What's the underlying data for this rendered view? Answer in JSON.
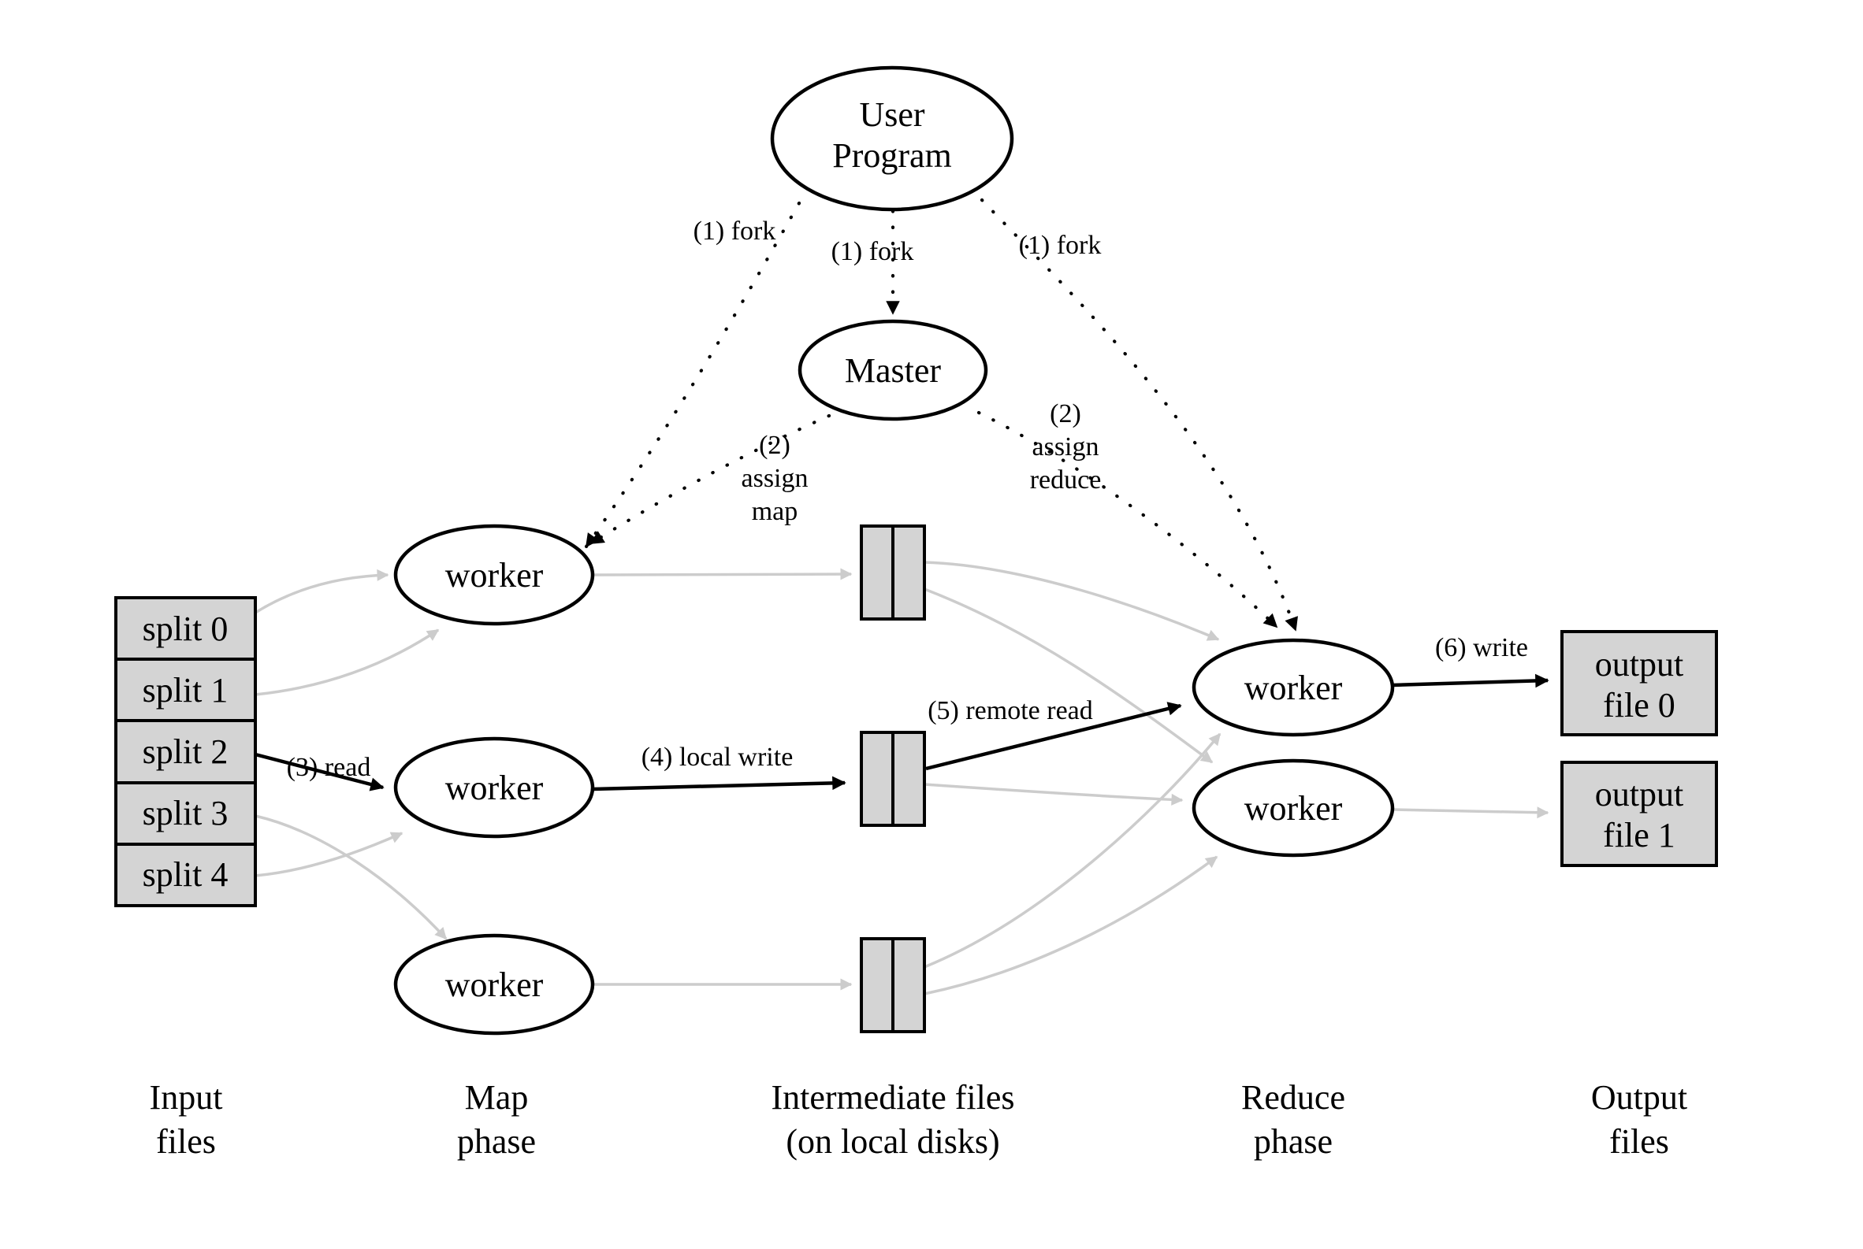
{
  "title": "MapReduce execution overview diagram",
  "colors": {
    "background": "#ffffff",
    "file_fill": "#d4d4d4",
    "node_fill": "#ffffff",
    "edge_grey": "#cccccc",
    "edge_black": "#000000",
    "text": "#000000"
  },
  "nodes": {
    "user_program": {
      "lines": [
        "User",
        "Program"
      ]
    },
    "master": {
      "label": "Master"
    },
    "map_workers": [
      {
        "label": "worker"
      },
      {
        "label": "worker"
      },
      {
        "label": "worker"
      }
    ],
    "reduce_workers": [
      {
        "label": "worker"
      },
      {
        "label": "worker"
      }
    ],
    "input_splits": [
      {
        "label": "split 0"
      },
      {
        "label": "split 1"
      },
      {
        "label": "split 2"
      },
      {
        "label": "split 3"
      },
      {
        "label": "split 4"
      }
    ],
    "output_files": [
      {
        "lines": [
          "output",
          "file 0"
        ]
      },
      {
        "lines": [
          "output",
          "file 1"
        ]
      }
    ]
  },
  "edge_labels": {
    "fork_left": "(1) fork",
    "fork_middle": "(1) fork",
    "fork_right": "(1) fork",
    "assign_map": {
      "lines": [
        "(2)",
        "assign",
        "map"
      ]
    },
    "assign_reduce": {
      "lines": [
        "(2)",
        "assign",
        "reduce"
      ]
    },
    "read": "(3) read",
    "local_write": "(4) local write",
    "remote_read": "(5) remote read",
    "write": "(6) write"
  },
  "column_labels": [
    {
      "lines": [
        "Input",
        "files"
      ]
    },
    {
      "lines": [
        "Map",
        "phase"
      ]
    },
    {
      "lines": [
        "Intermediate files",
        "(on local disks)"
      ]
    },
    {
      "lines": [
        "Reduce",
        "phase"
      ]
    },
    {
      "lines": [
        "Output",
        "files"
      ]
    }
  ]
}
